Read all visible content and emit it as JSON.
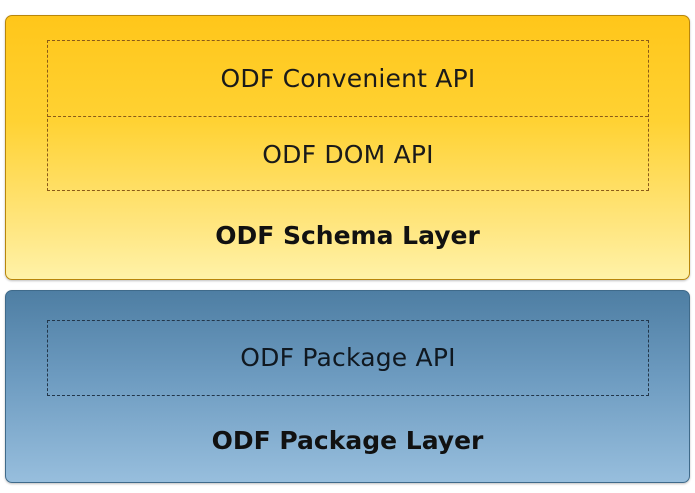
{
  "schema_layer": {
    "title": "ODF Schema Layer",
    "apis": [
      {
        "label": "ODF Convenient API"
      },
      {
        "label": "ODF DOM API"
      }
    ]
  },
  "package_layer": {
    "title": "ODF Package Layer",
    "apis": [
      {
        "label": "ODF Package API"
      }
    ]
  },
  "colors": {
    "schema_fill": "#ffd233",
    "package_fill": "#6d9bc0"
  }
}
